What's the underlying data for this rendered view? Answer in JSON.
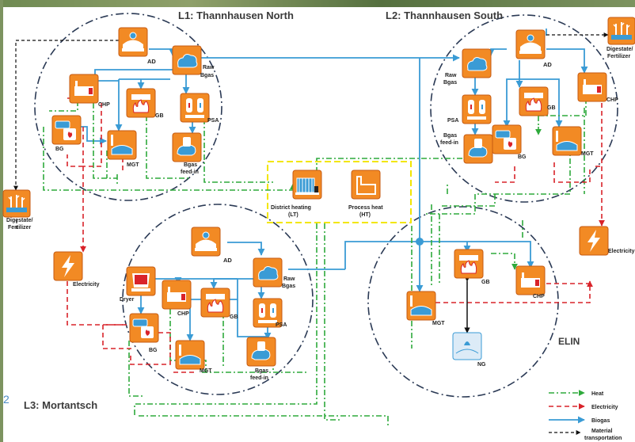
{
  "regions": {
    "l1": "L1: Thannhausen North",
    "l2": "L2: Thannhausen South",
    "l3": "L3: Mortantsch",
    "elin": "ELIN"
  },
  "labels": {
    "l1_ad": "AD",
    "l1_raw1": "Raw",
    "l1_raw2": "Bgas",
    "l1_chp": "CHP",
    "l1_gb": "GB",
    "l1_psa": "PSA",
    "l1_bg": "BG",
    "l1_mgt": "MGT",
    "l1_feed1": "Bgas",
    "l1_feed2": "feed-in",
    "l2_ad": "AD",
    "l2_raw1": "Raw",
    "l2_raw2": "Bgas",
    "l2_psa": "PSA",
    "l2_feed1": "Bgas",
    "l2_feed2": "feed-in",
    "l2_gb": "GB",
    "l2_chp": "CHP",
    "l2_bg": "BG",
    "l2_mgt": "MGT",
    "dig_right1": "Digestate/",
    "dig_right2": "Fertilizer",
    "dig_left1": "Digestate/",
    "dig_left2": "Fertilizer",
    "dh1": "District heating",
    "dh2": "(LT)",
    "ph1": "Process heat",
    "ph2": "(HT)",
    "elec_left": "Electricity",
    "elec_right": "Electricity",
    "l3_ad": "AD",
    "l3_raw1": "Raw",
    "l3_raw2": "Bgas",
    "l3_dryer": "Dryer",
    "l3_chp": "CHP",
    "l3_gb": "GB",
    "l3_psa": "PSA",
    "l3_bg": "BG",
    "l3_mgt": "MGT",
    "l3_feed1": "Bgas",
    "l3_feed2": "feed-in",
    "elin_gb": "GB",
    "elin_chp": "CHP",
    "elin_mgt": "MGT",
    "elin_ng": "NG",
    "side_digit": "2"
  },
  "legend": {
    "heat": "Heat",
    "electricity": "Electricity",
    "biogas": "Biogas",
    "material1": "Material",
    "material2": "transportation"
  },
  "colors": {
    "heat": "#2eaa3c",
    "electricity": "#d9232a",
    "biogas": "#3a9bd5",
    "material": "#111111",
    "unit_fill": "#f28a24",
    "unit_stroke": "#c65a11",
    "yellow_box": "#f2e600"
  },
  "icons": {
    "ad": "anaerobic-digester-icon",
    "raw_biogas": "biogas-cloud-icon",
    "chp": "chp-engine-icon",
    "gb": "gas-boiler-icon",
    "psa": "psa-upgrading-icon",
    "bg": "biogas-burner-icon",
    "mgt": "micro-gas-turbine-icon",
    "feed_in": "grid-feed-in-icon",
    "digestate": "digestate-icon",
    "electricity": "lightning-icon",
    "district_heating": "district-heating-icon",
    "process_heat": "factory-icon",
    "dryer": "dryer-icon",
    "natural_gas": "natural-gas-icon"
  }
}
